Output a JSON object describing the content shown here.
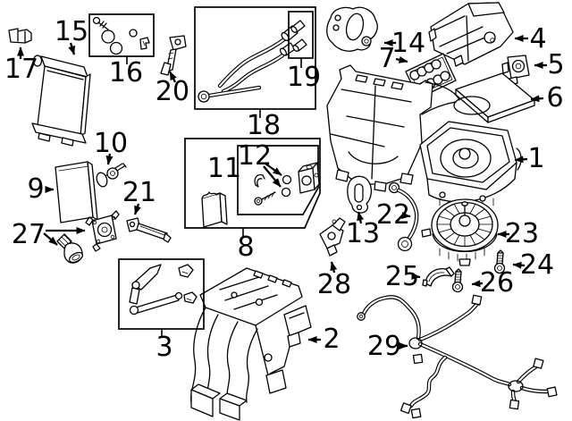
{
  "colors": {
    "line": "#000000",
    "background": "#ffffff",
    "label_text": "#000000"
  },
  "callouts": [
    {
      "num": "1",
      "part": "hvac-upper-case-blower-housing"
    },
    {
      "num": "2",
      "part": "hvac-lower-distribution-case"
    },
    {
      "num": "3",
      "part": "door-linkage-kit"
    },
    {
      "num": "4",
      "part": "air-inlet-cover"
    },
    {
      "num": "5",
      "part": "mounting-bracket-small"
    },
    {
      "num": "6",
      "part": "cabin-air-filter"
    },
    {
      "num": "7",
      "part": "filter-frame-grille"
    },
    {
      "num": "8",
      "part": "expansion-valve-service-kit-box"
    },
    {
      "num": "9",
      "part": "insulator-seal-panel"
    },
    {
      "num": "10",
      "part": "check-valve"
    },
    {
      "num": "11",
      "part": "valve-block"
    },
    {
      "num": "12",
      "part": "o-ring-seals"
    },
    {
      "num": "13",
      "part": "grommet-seal"
    },
    {
      "num": "14",
      "part": "mount-seal-plate"
    },
    {
      "num": "15",
      "part": "evaporator-core"
    },
    {
      "num": "16",
      "part": "o-ring-seal-kit"
    },
    {
      "num": "17",
      "part": "retainer-clip"
    },
    {
      "num": "18",
      "part": "refrigerant-pipe-assembly"
    },
    {
      "num": "19",
      "part": "sealing-cap-kit"
    },
    {
      "num": "20",
      "part": "support-bracket"
    },
    {
      "num": "21",
      "part": "control-rod-lever"
    },
    {
      "num": "22",
      "part": "drain-tube"
    },
    {
      "num": "23",
      "part": "blower-motor-fan"
    },
    {
      "num": "24",
      "part": "mounting-screw"
    },
    {
      "num": "25",
      "part": "cover-cap"
    },
    {
      "num": "26",
      "part": "mounting-screw"
    },
    {
      "num": "27",
      "part": "actuator-motor-and-drain-adapter"
    },
    {
      "num": "28",
      "part": "position-sensor"
    },
    {
      "num": "29",
      "part": "wiring-harness"
    }
  ]
}
